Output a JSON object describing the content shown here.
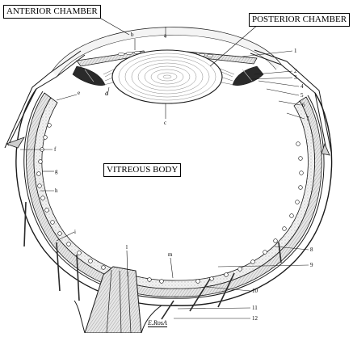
{
  "regions": {
    "anterior_chamber": "ANTERIOR CHAMBER",
    "posterior_chamber": "POSTERIOR CHAMBER",
    "vitreous_body": "VITREOUS BODY"
  },
  "letter_labels": [
    "a",
    "b",
    "c",
    "d",
    "e",
    "f",
    "g",
    "h",
    "i",
    "l",
    "m"
  ],
  "number_labels": [
    "1",
    "2",
    "3",
    "4",
    "5",
    "6",
    "7",
    "8",
    "9",
    "10",
    "11",
    "12"
  ],
  "signature": "E.RosA",
  "colors": {
    "ink": "#1a1a1a",
    "paper": "#ffffff",
    "tissue": "#dcdcdc",
    "vessel": "#555555"
  }
}
